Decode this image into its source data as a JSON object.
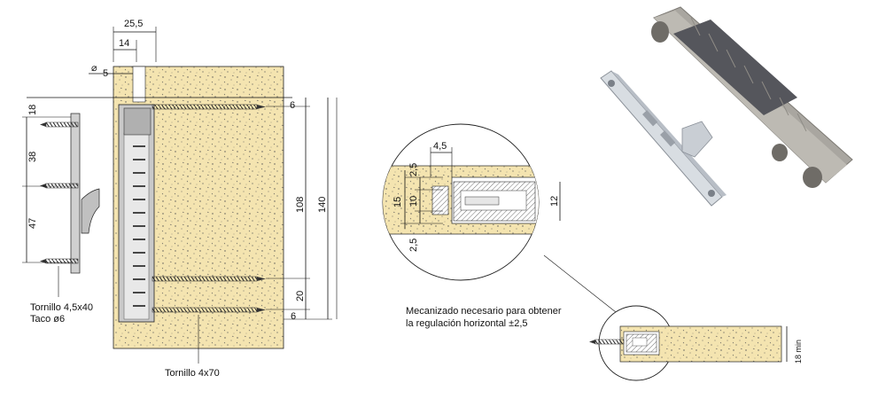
{
  "dimensions": {
    "d25_5": "25,5",
    "d14": "14",
    "d5": "5",
    "d18": "18",
    "d38": "38",
    "d47": "47",
    "d6a": "6",
    "d108": "108",
    "d140": "140",
    "d20": "20",
    "d6b": "6",
    "d4_5": "4,5",
    "d2_5a": "2,5",
    "d15": "15",
    "d10": "10",
    "d12": "12",
    "d2_5b": "2,5",
    "d18min": "18 min"
  },
  "labels": {
    "screw1_line1": "Tornillo 4,5x40",
    "screw1_line2": "Taco ø6",
    "screw2": "Tornillo 4x70",
    "note_line1": "Mecanizado necesario para obtener",
    "note_line2": "la regulación horizontal ±2,5"
  },
  "colors": {
    "wood": "#f4e4b0",
    "part_grey": "#a9a6a0",
    "metal": "#d8dde2"
  }
}
